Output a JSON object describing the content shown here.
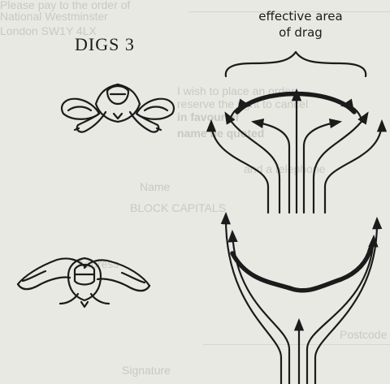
{
  "figure": {
    "title": "DIGS 3",
    "caption": {
      "line1": "effective area",
      "line2": "of drag"
    }
  },
  "reverse_side_text": [
    "Please pay to the order of",
    "National Westminster",
    "London SW1Y 4LX",
    "I wish to place an order",
    "reserve the right to cancel",
    "in favour of",
    "name be quoted",
    "and a telephone",
    "Name",
    "BLOCK CAPITALS",
    "Address",
    "Postcode",
    "Signature"
  ],
  "colors": {
    "ink": "#1b1b1b",
    "paper": "#e9e9e4",
    "show_through": "#c9c9c3"
  }
}
